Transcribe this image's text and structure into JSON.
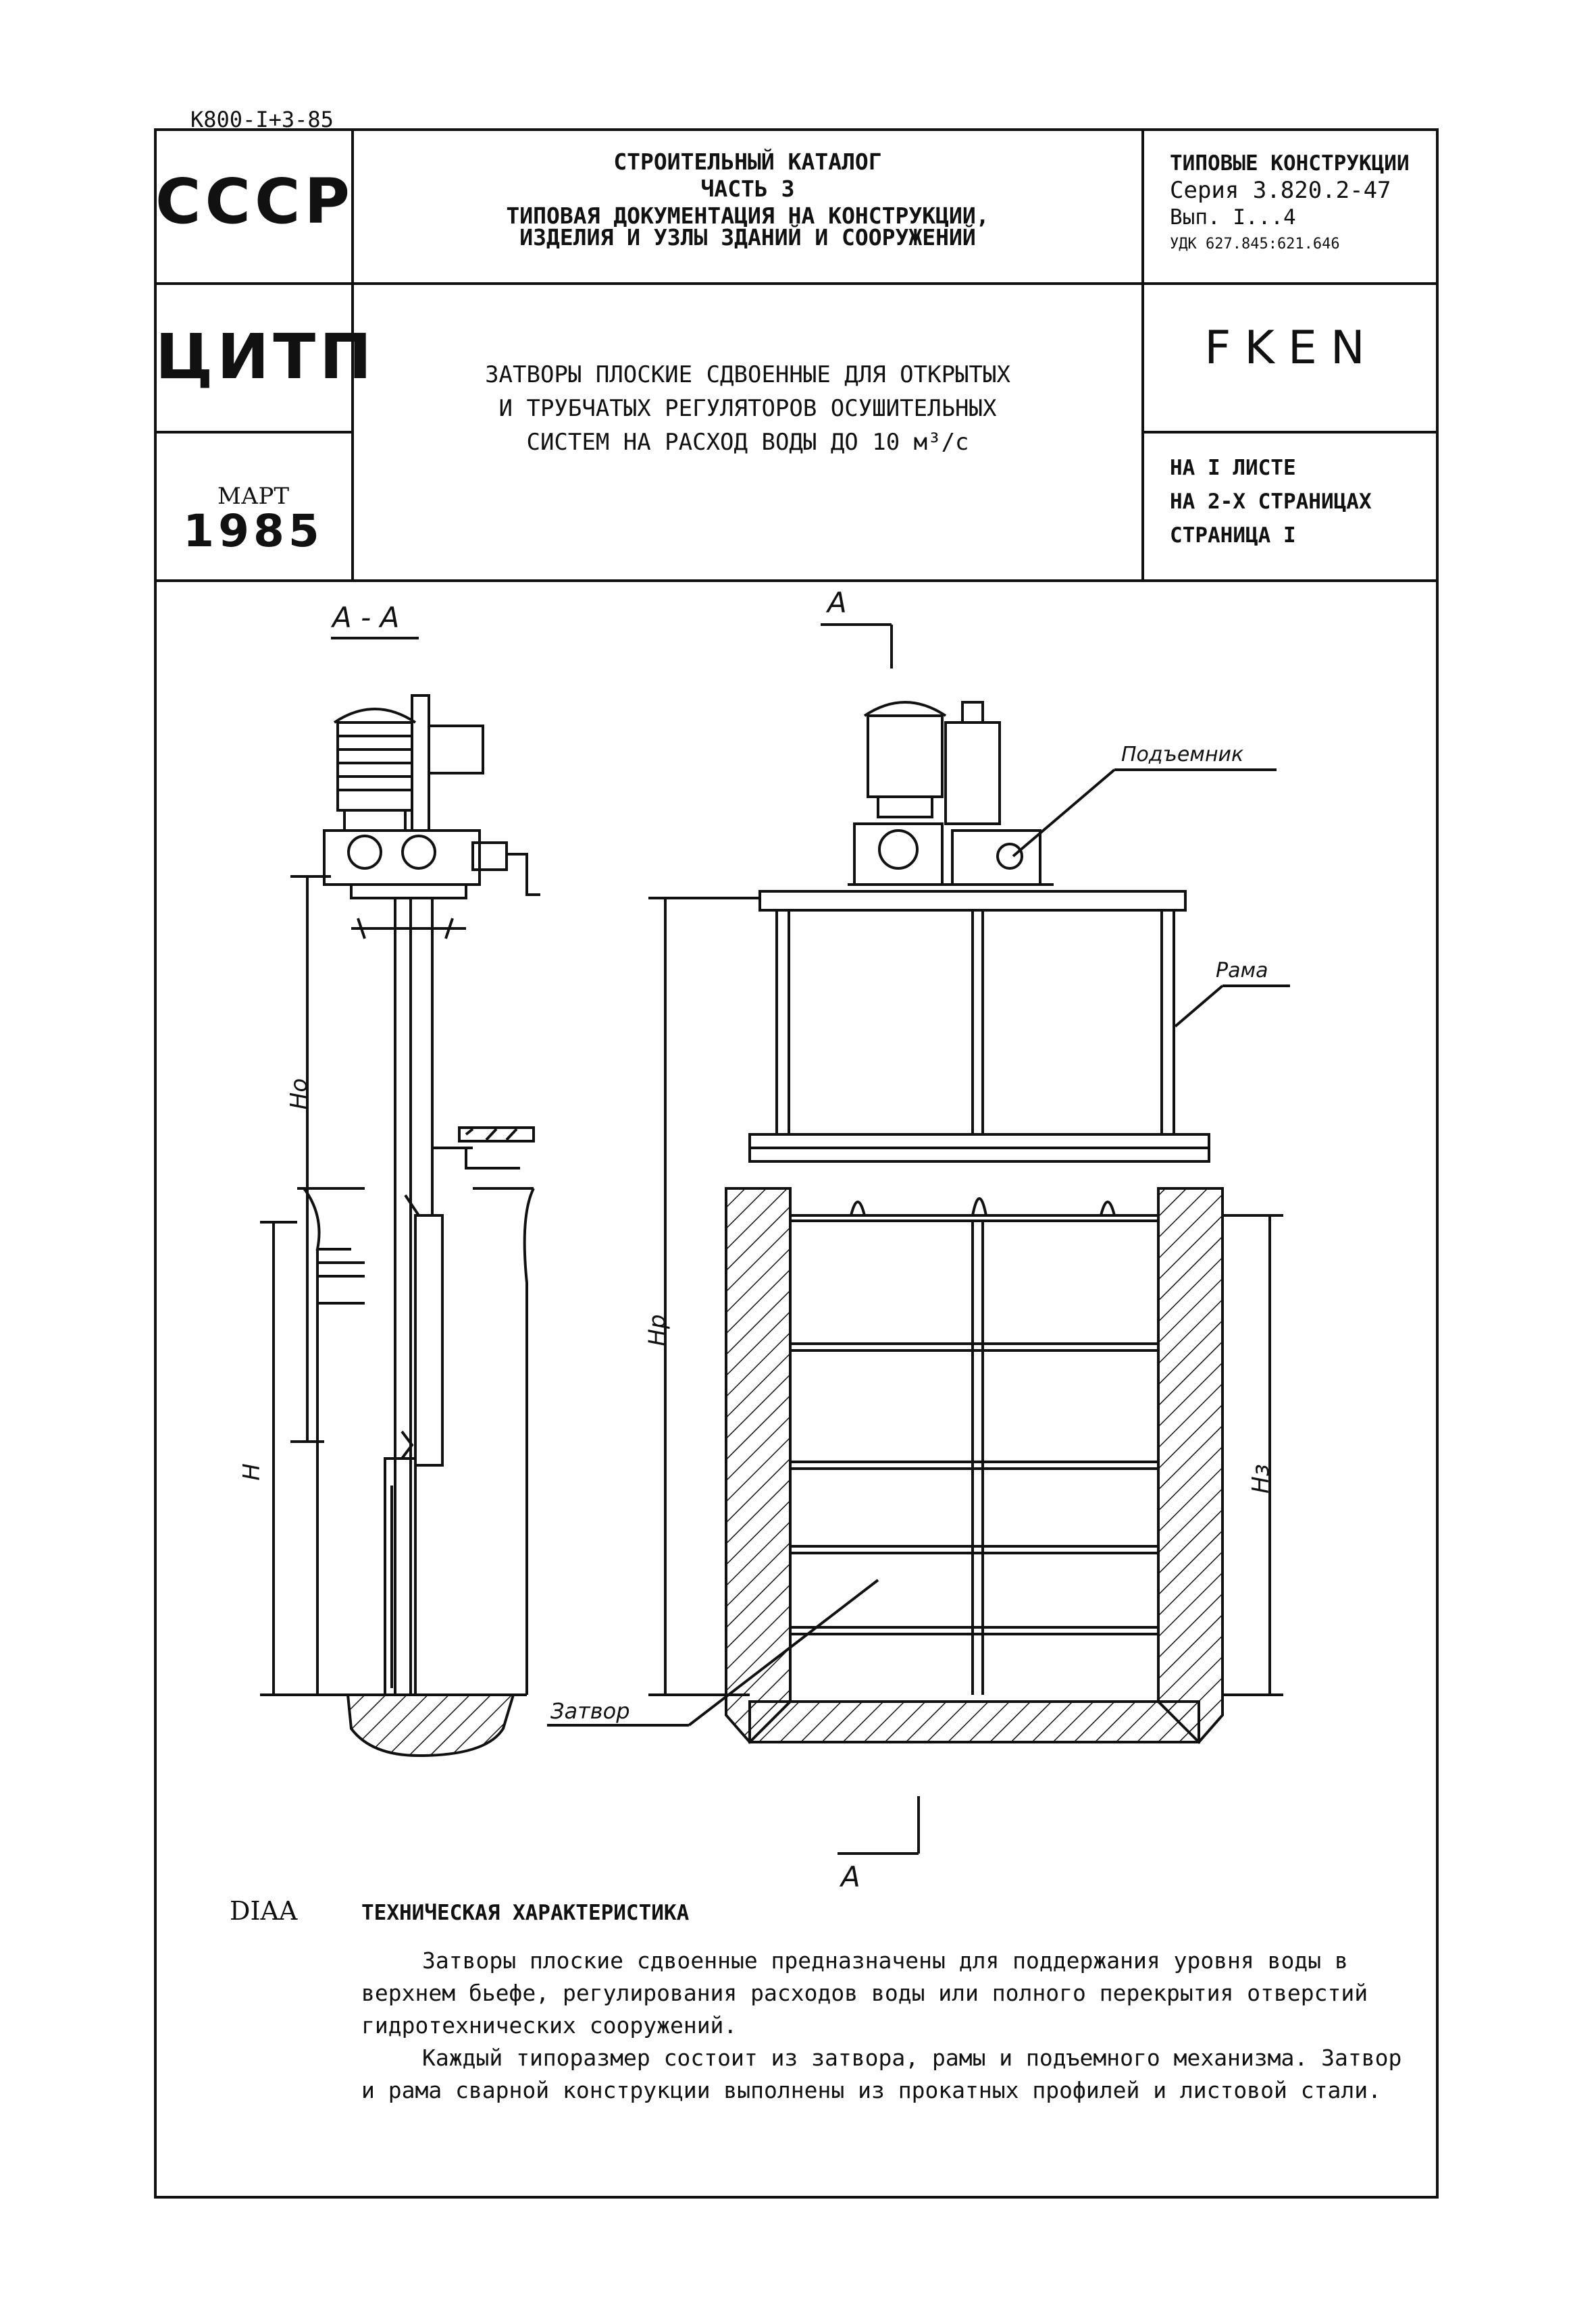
{
  "doc_code": "К800-I+3-85",
  "header": {
    "left_top": "СССР",
    "left_mid": "ЦИТП",
    "date_month": "МАРТ",
    "date_year": "1985",
    "center_top": [
      "СТРОИТЕЛЬНЫЙ КАТАЛОГ",
      "ЧАСТЬ 3",
      "ТИПОВАЯ ДОКУМЕНТАЦИЯ НА КОНСТРУКЦИИ,",
      "ИЗДЕЛИЯ И УЗЛЫ ЗДАНИЙ И СООРУЖЕНИЙ"
    ],
    "title": [
      "ЗАТВОРЫ ПЛОСКИЕ СДВОЕННЫЕ ДЛЯ ОТКРЫТЫХ",
      "И ТРУБЧАТЫХ РЕГУЛЯТОРОВ ОСУШИТЕЛЬНЫХ",
      "СИСТЕМ НА РАСХОД ВОДЫ ДО 10 м³/с"
    ],
    "right_top": [
      "ТИПОВЫЕ КОНСТРУКЦИИ",
      "Серия 3.820.2-47",
      "Вып. I...4",
      "УДК 627.845:621.646"
    ],
    "code": "FKEN",
    "right_bottom": [
      "НА I ЛИСТЕ",
      "НА 2-Х СТРАНИЦАХ",
      "СТРАНИЦА I"
    ]
  },
  "drawing": {
    "section_label": "А - А",
    "cut_top": "А",
    "cut_bottom": "А",
    "labels": {
      "lifter": "Подъемник",
      "frame": "Рама",
      "gate": "Затвор"
    },
    "dims": {
      "ho": "Hо",
      "h": "H",
      "hp": "Hр",
      "hz": "Hз"
    }
  },
  "footer": {
    "side_code": "DIAA",
    "heading": "ТЕХНИЧЕСКАЯ ХАРАКТЕРИСТИКА",
    "lines": [
      "Затворы плоские сдвоенные предназначены для поддержания уровня воды  в",
      "верхнем бьефе, регулирования расходов воды или полного перекрытия отверстий",
      "гидротехнических сооружений.",
      "Каждый типоразмер состоит из затвора, рамы и подъемного механизма. Затвор",
      "и рама сварной конструкции выполнены из прокатных профилей и листовой стали."
    ]
  }
}
